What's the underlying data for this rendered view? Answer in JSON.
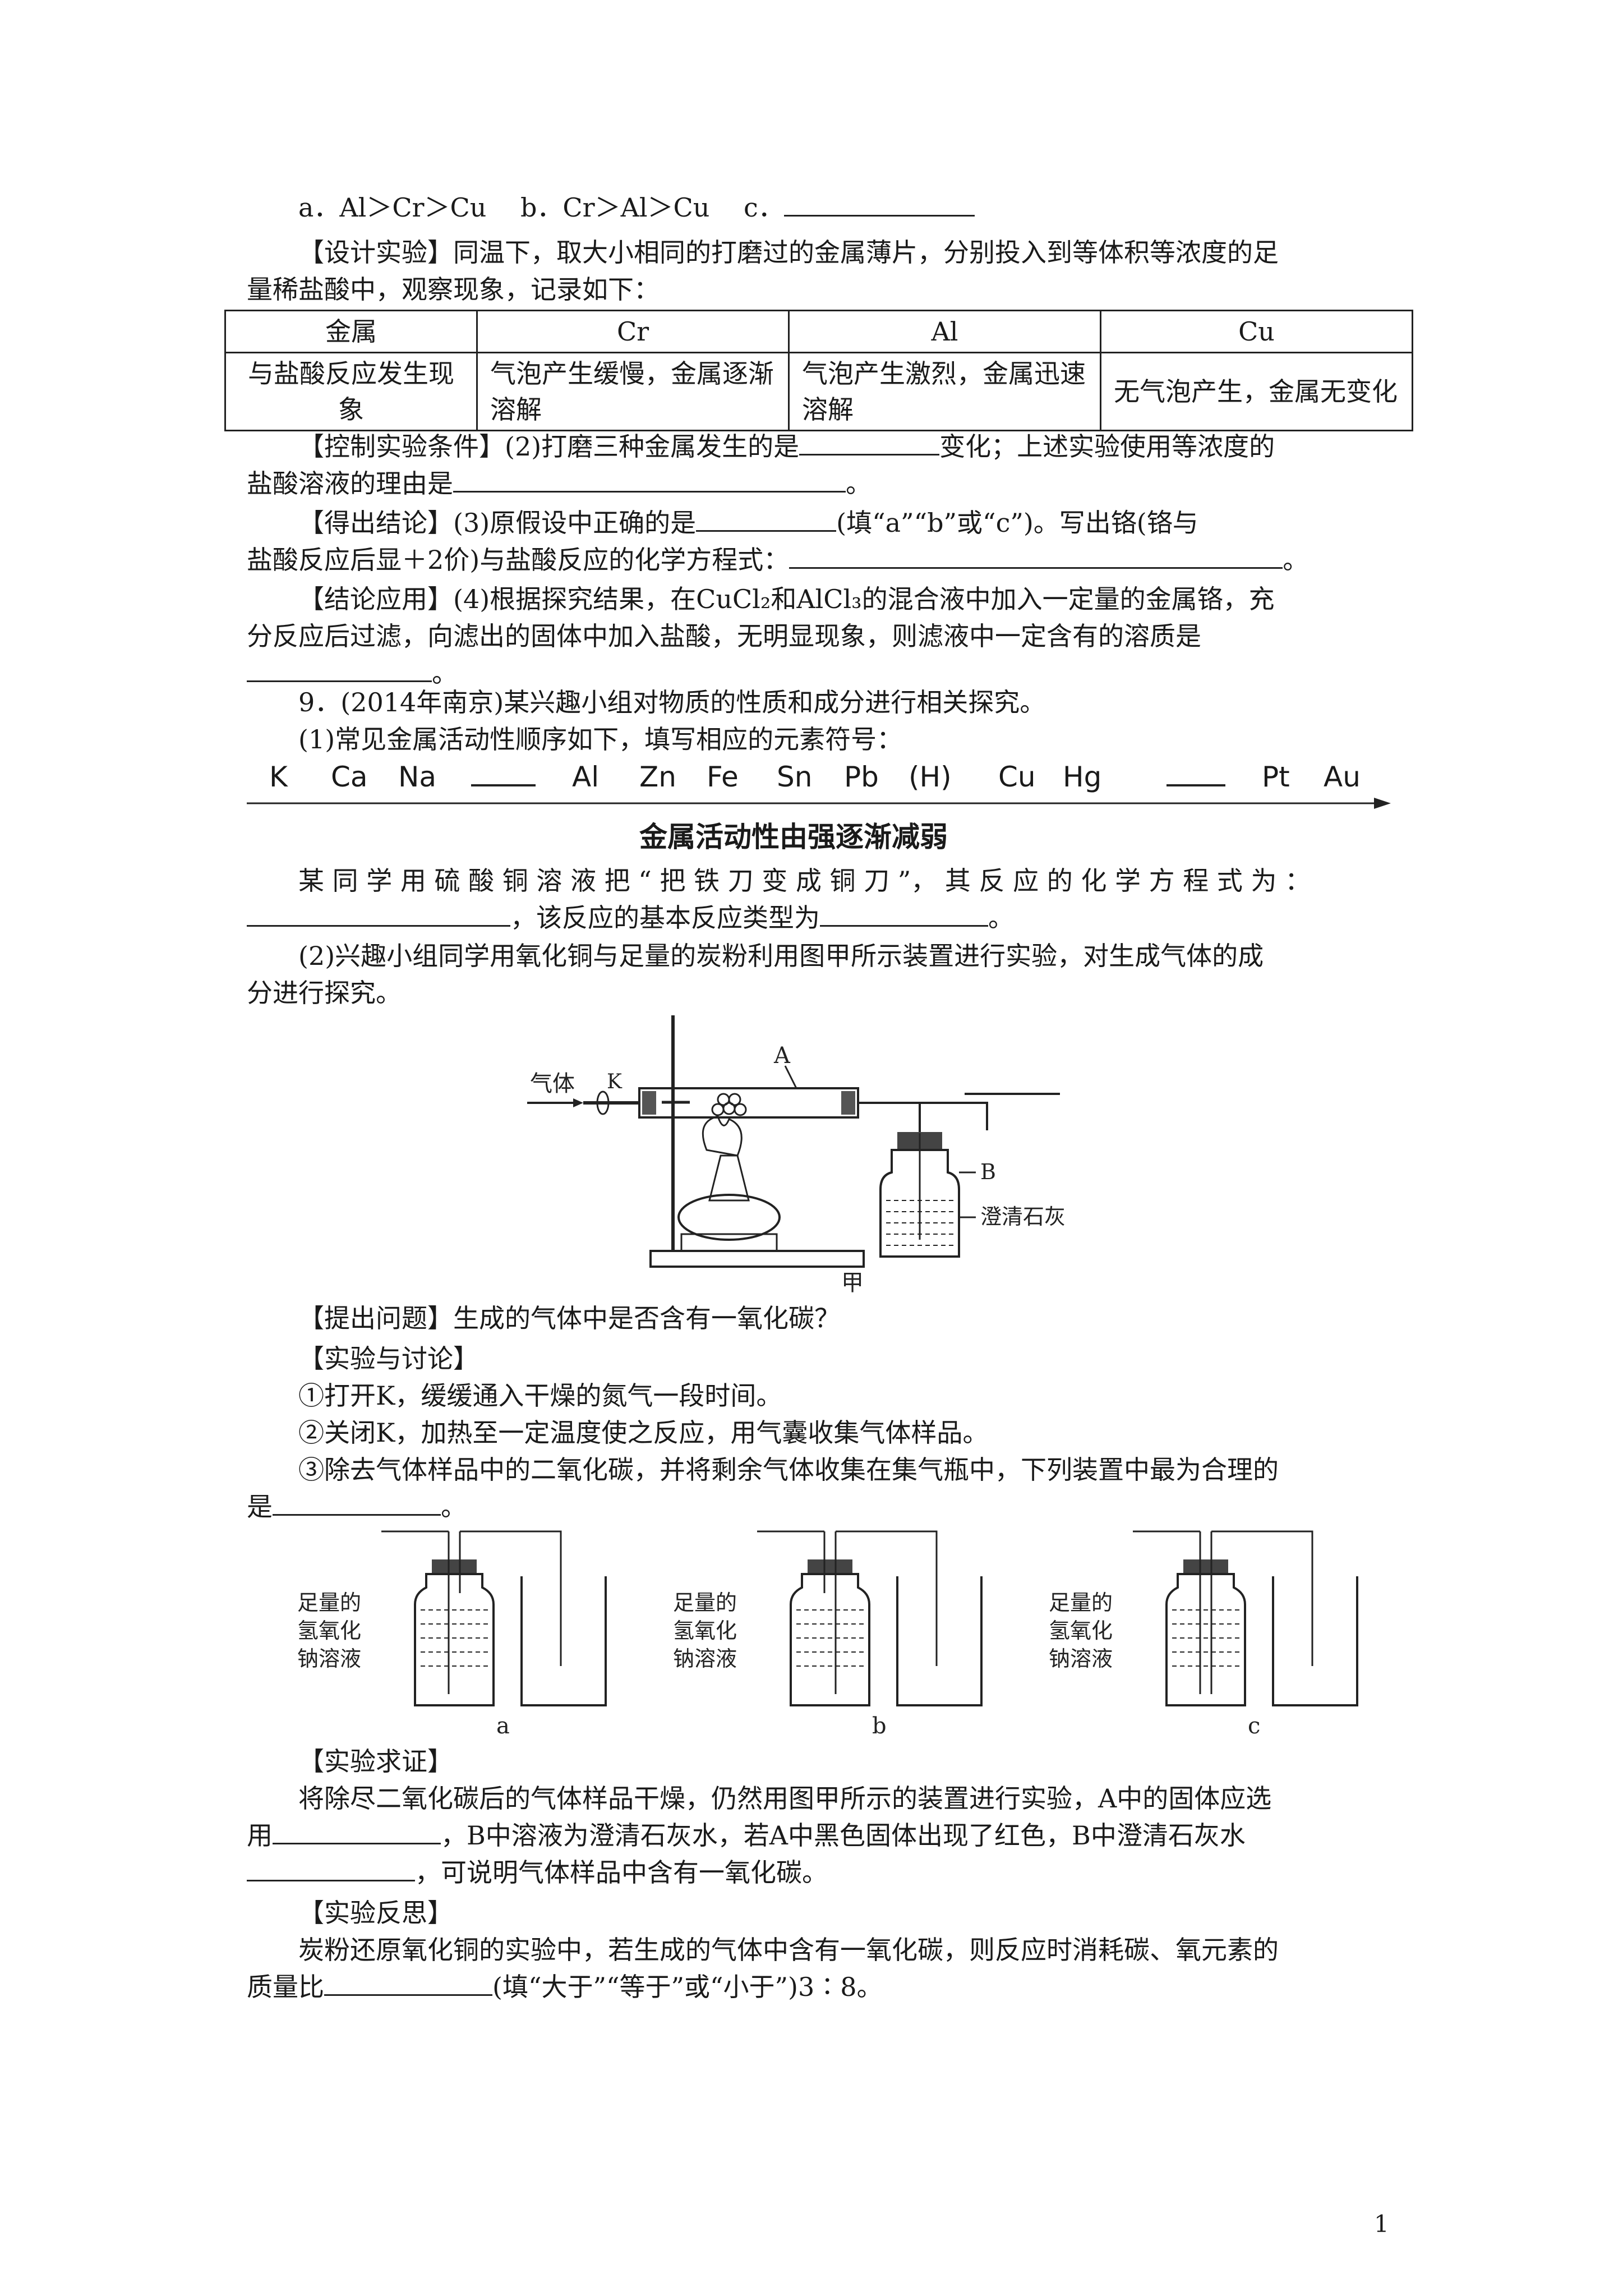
{
  "lines": {
    "hyp_options": "a．Al＞Cr＞Cu　 b．Cr＞Al＞Cu　 c．",
    "design_1": "【设计实验】同温下，取大小相同的打磨过的金属薄片，分别投入到等体积等浓度的足",
    "design_2": "量稀盐酸中，观察现象，记录如下：",
    "control_1a": "【控制实验条件】(2)打磨三种金属发生的是",
    "control_1b": "变化；上述实验使用等浓度的",
    "control_2a": "盐酸溶液的理由是",
    "control_2b": "。",
    "concl_1a": "【得出结论】(3)原假设中正确的是",
    "concl_1b": "(填“a”“b”或“c”)。写出铬(铬与",
    "concl_2a": "盐酸反应后显＋2价)与盐酸反应的化学方程式：",
    "concl_2b": "。",
    "apply_1": "【结论应用】(4)根据探究结果，在CuCl₂和AlCl₃的混合液中加入一定量的金属铬，充",
    "apply_2": "分反应后过滤，向滤出的固体中加入盐酸，无明显现象，则滤液中一定含有的溶质是",
    "apply_3": "。",
    "q9": "9．(2014年南京)某兴趣小组对物质的性质和成分进行相关探究。",
    "q9_1": "(1)常见金属活动性顺序如下，填写相应的元素符号：",
    "series_caption": "金属活动性由强逐渐减弱",
    "knife_1": "某 同 学 用 硫 酸 铜 溶 液 把 “ 把 铁 刀 变 成 铜 刀 ”， 其 反 应 的 化 学 方 程 式 为 ：",
    "knife_2a": "，该反应的基本反应类型为",
    "knife_2b": "。",
    "q9_2_1": "(2)兴趣小组同学用氧化铜与足量的炭粉利用图甲所示装置进行实验，对生成气体的成",
    "q9_2_2": "分进行探究。",
    "ask": "【提出问题】生成的气体中是否含有一氧化碳？",
    "discuss": "【实验与讨论】",
    "step1": "①打开K，缓缓通入干燥的氮气一段时间。",
    "step2": "②关闭K，加热至一定温度使之反应，用气囊收集气体样品。",
    "step3_1": "③除去气体样品中的二氧化碳，并将剩余气体收集在集气瓶中，下列装置中最为合理的",
    "step3_2a": "是",
    "step3_2b": "。",
    "verify": "【实验求证】",
    "verify_1": "将除尽二氧化碳后的气体样品干燥，仍然用图甲所示的装置进行实验，A中的固体应选",
    "verify_2a": "用",
    "verify_2b": "，B中溶液为澄清石灰水，若A中黑色固体出现了红色，B中澄清石灰水",
    "verify_3": "，可说明气体样品中含有一氧化碳。",
    "reflect": "【实验反思】",
    "reflect_1": "炭粉还原氧化铜的实验中，若生成的气体中含有一氧化碳，则反应时消耗碳、氧元素的",
    "reflect_2a": "质量比",
    "reflect_2b": "(填“大于”“等于”或“小于”)3∶8。"
  },
  "table": {
    "header": [
      "金属",
      "Cr",
      "Al",
      "Cu"
    ],
    "row_label": "与盐酸反应发生现象",
    "cells": [
      "气泡产生缓慢，金属逐渐溶解",
      "气泡产生激烈，金属迅速溶解",
      "无气泡产生，金属无变化"
    ]
  },
  "series": [
    "K",
    "Ca",
    "Na",
    "Al",
    "Zn",
    "Fe",
    "Sn",
    "Pb",
    "(H)",
    "Cu",
    "Hg",
    "Pt",
    "Au"
  ],
  "figure_jia": {
    "gas_label": "气体",
    "valve_label": "K",
    "tube_label": "A",
    "bottle_label": "B",
    "solution_label": "澄清石灰水",
    "caption": "甲"
  },
  "options_fig": {
    "reagent_line1": "足量的",
    "reagent_line2": "氢氧化",
    "reagent_line3": "钠溶液",
    "labels": [
      "a",
      "b",
      "c"
    ]
  },
  "page_number": "1"
}
